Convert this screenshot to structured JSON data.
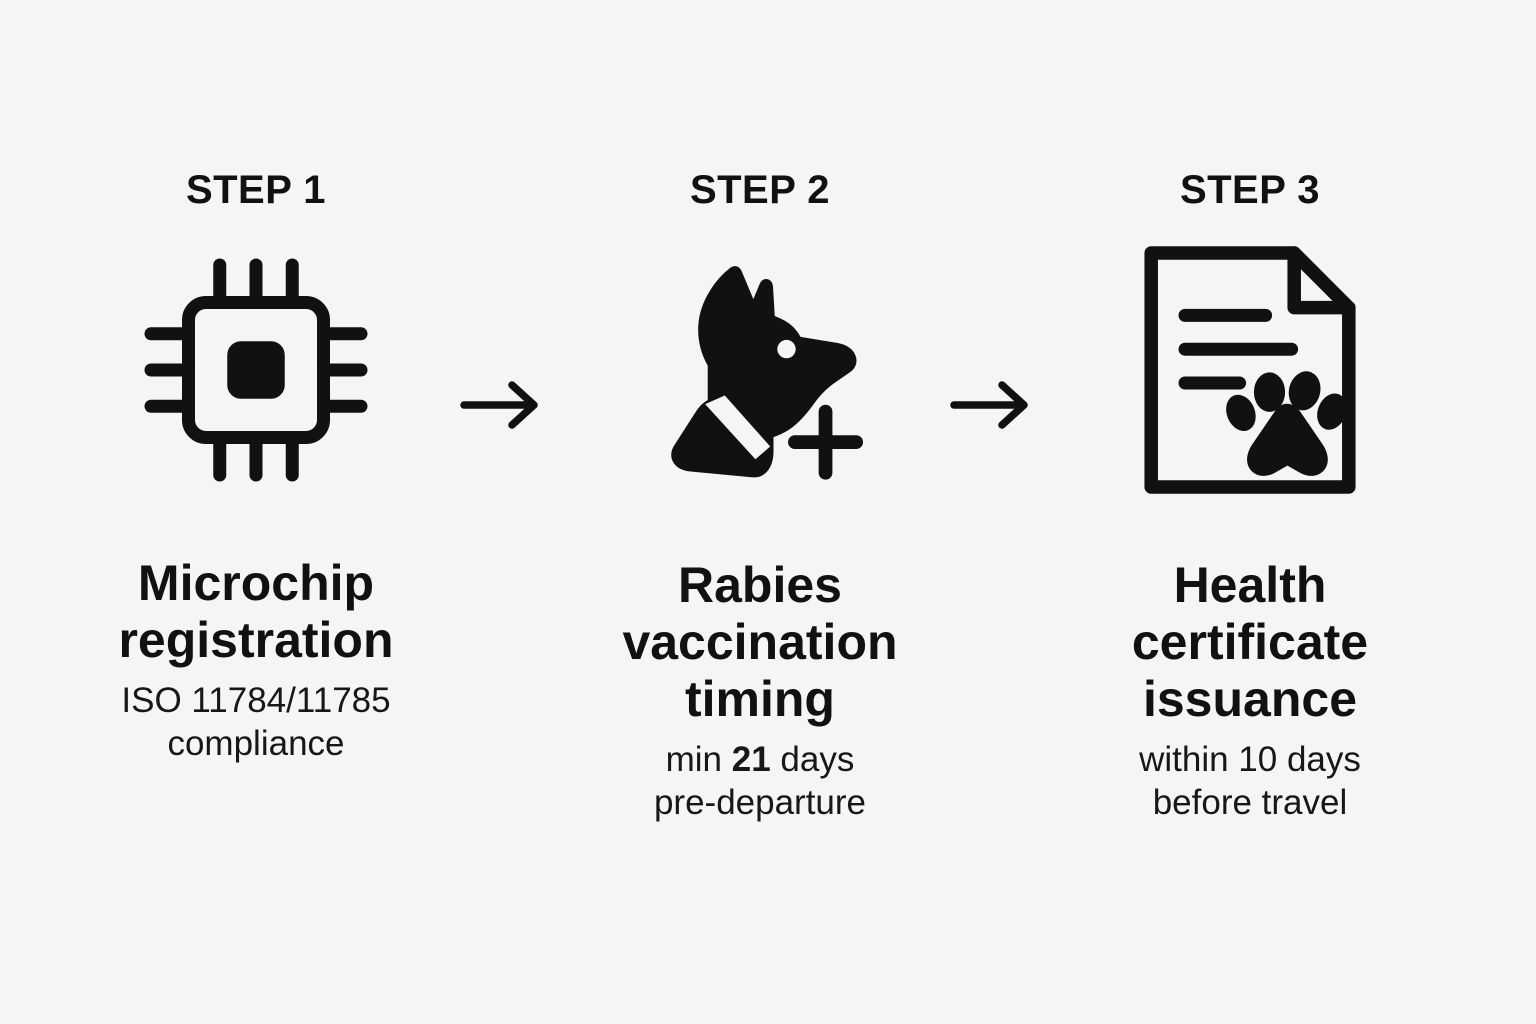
{
  "background_color": "#f5f5f3",
  "ink_color": "#111111",
  "diagram": {
    "type": "three-step process flow",
    "steps": [
      {
        "label": "STEP 1",
        "icon": "microchip-icon",
        "title": "Microchip registration",
        "title_line1": "Microchip",
        "title_line2": "registration",
        "subtitle_line1": "ISO 11784/11785",
        "subtitle_line2": "compliance"
      },
      {
        "label": "STEP 2",
        "icon": "dog-head-vaccination-icon",
        "title": "Rabies vaccination timing",
        "title_line1": "Rabies",
        "title_line2": "vaccination",
        "title_line3": "timing",
        "subtitle_prefix": "min ",
        "subtitle_emphasis": "21",
        "subtitle_suffix": " days",
        "subtitle_line2": "pre-departure"
      },
      {
        "label": "STEP 3",
        "icon": "health-certificate-paw-icon",
        "title": "Health certificate issuance",
        "title_line1": "Health",
        "title_line2": "certificate",
        "title_line3": "issuance",
        "subtitle_line1": "within 10 days",
        "subtitle_line2": "before travel"
      }
    ],
    "connectors": [
      {
        "name": "arrow-right-icon",
        "between": "STEP 1 and STEP 2"
      },
      {
        "name": "arrow-right-icon",
        "between": "STEP 2 and STEP 3"
      }
    ]
  }
}
